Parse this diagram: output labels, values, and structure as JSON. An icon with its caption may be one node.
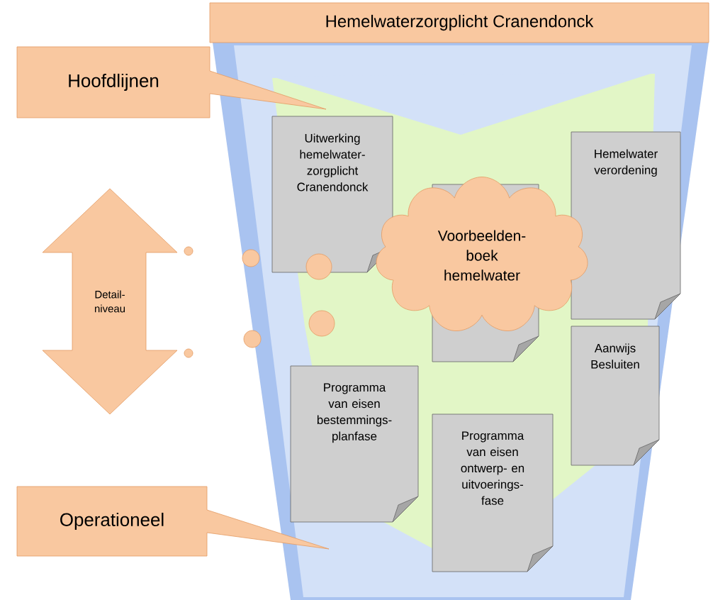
{
  "diagram": {
    "nodes": [
      {
        "text": [
          "Hemelwaterzorgplicht Cranendonck"
        ]
      },
      {
        "text": [
          "Hoofdlijnen"
        ]
      },
      {
        "text": [
          "Uitwerking hemelwater- zorgplicht Cranendonck"
        ]
      },
      {
        "text": [
          "Hemelwater verordening"
        ]
      },
      {
        "text": [
          "Voorbeelden- boek hemelwater"
        ]
      },
      {
        "text": [
          "Detail- niveau"
        ]
      },
      {
        "text": [
          "Aanwijs Besluiten"
        ]
      },
      {
        "text": [
          "Programma van eisen bestemmings- planfase"
        ]
      },
      {
        "text": [
          "Programma van eisen ontwerp- en uitvoerings- fase"
        ]
      },
      {
        "text": [
          "Operationeel"
        ]
      }
    ]
  }
}
